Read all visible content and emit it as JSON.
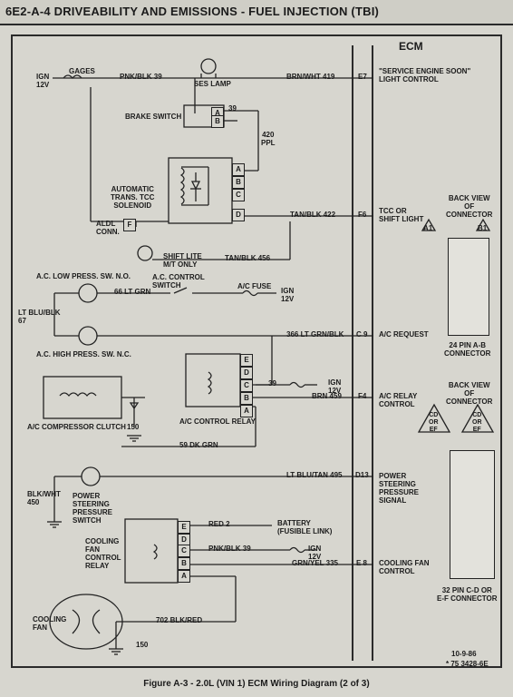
{
  "header": {
    "title": "6E2-A-4  DRIVEABILITY AND EMISSIONS - FUEL INJECTION (TBI)"
  },
  "ecm": {
    "label": "ECM"
  },
  "left": {
    "ign": "IGN\n12V",
    "gages": "GAGES",
    "ses_lamp": "SES LAMP",
    "brake_switch": "BRAKE SWITCH",
    "tcc_solenoid": "AUTOMATIC\nTRANS. TCC\nSOLENOID",
    "aldl": "ALDL\nCONN.",
    "aldl_pin": "F",
    "shift_lite": "SHIFT LITE\nM/T ONLY",
    "ac_low": "A.C. LOW PRESS. SW. N.O.",
    "ac_control_switch": "A.C. CONTROL\nSWITCH",
    "ac_fuse": "A/C FUSE",
    "ign_ac": "IGN\n12V",
    "lt_blu_blk": "LT BLU/BLK\n67",
    "ac_high": "A.C. HIGH PRESS. SW. N.C.",
    "ac_relay": "A/C CONTROL RELAY",
    "ign_relay": "IGN\n12V",
    "compressor_clutch": "A/C COMPRESSOR CLUTCH",
    "g150": "150",
    "blk_wht": "BLK/WHT\n450",
    "ps_switch": "POWER\nSTEERING\nPRESSURE\nSWITCH",
    "fan_relay": "COOLING\nFAN\nCONTROL\nRELAY",
    "battery": "BATTERY\n(FUSIBLE LINK)",
    "ign_fan": "IGN\n12V",
    "cooling_fan": "COOLING\nFAN",
    "g150b": "150"
  },
  "wires": {
    "pnk_blk": "PNK/BLK 39",
    "brn_wht": "BRN/WHT 419",
    "w39": "39",
    "w420": "420\nPPL",
    "tan_blk_422": "TAN/BLK 422",
    "tan_blk_456": "TAN/BLK 456",
    "lt_grn_66": "66 LT GRN",
    "lt_grn_366": "366 LT GRN/BLK",
    "w39b": "39",
    "brn_459": "BRN 459",
    "dk_grn_59": "59 DK GRN",
    "lt_blu_tan": "LT BLU/TAN 495",
    "red2": "RED 2",
    "pnk_blk_39": "PNK/BLK 39",
    "grn_yel": "GRN/YEL 335",
    "blk_red": "702 BLK/RED"
  },
  "ecm_pins": {
    "e7": "E7",
    "f6": "F6",
    "c9": "C 9",
    "f4": "F4",
    "d13": "D13",
    "e8": "E 8"
  },
  "ecm_functions": {
    "ses": "\"SERVICE ENGINE SOON\"\nLIGHT CONTROL",
    "tcc": "TCC OR\nSHIFT LIGHT",
    "ac_req": "A/C REQUEST",
    "ac_relay": "A/C RELAY\nCONTROL",
    "ps_signal": "POWER\nSTEERING\nPRESSURE\nSIGNAL",
    "fan": "COOLING FAN\nCONTROL"
  },
  "connectors": {
    "back_view_1": "BACK VIEW\nOF\nCONNECTOR",
    "a1": "A1",
    "b1": "B1",
    "ab_label": "24 PIN A-B\nCONNECTOR",
    "back_view_2": "BACK VIEW\nOF\nCONNECTOR",
    "cd_ef_1": "CD\nOR\nEF",
    "cd_ef_2": "CD\nOR\nEF",
    "cdef_label": "32 PIN C-D OR\nE-F CONNECTOR"
  },
  "footer": {
    "date": "10-9-86",
    "doc": "* 75 3428-6E",
    "caption": "Figure A-3  -  2.0L (VIN 1)  ECM Wiring Diagram (2 of 3)"
  }
}
